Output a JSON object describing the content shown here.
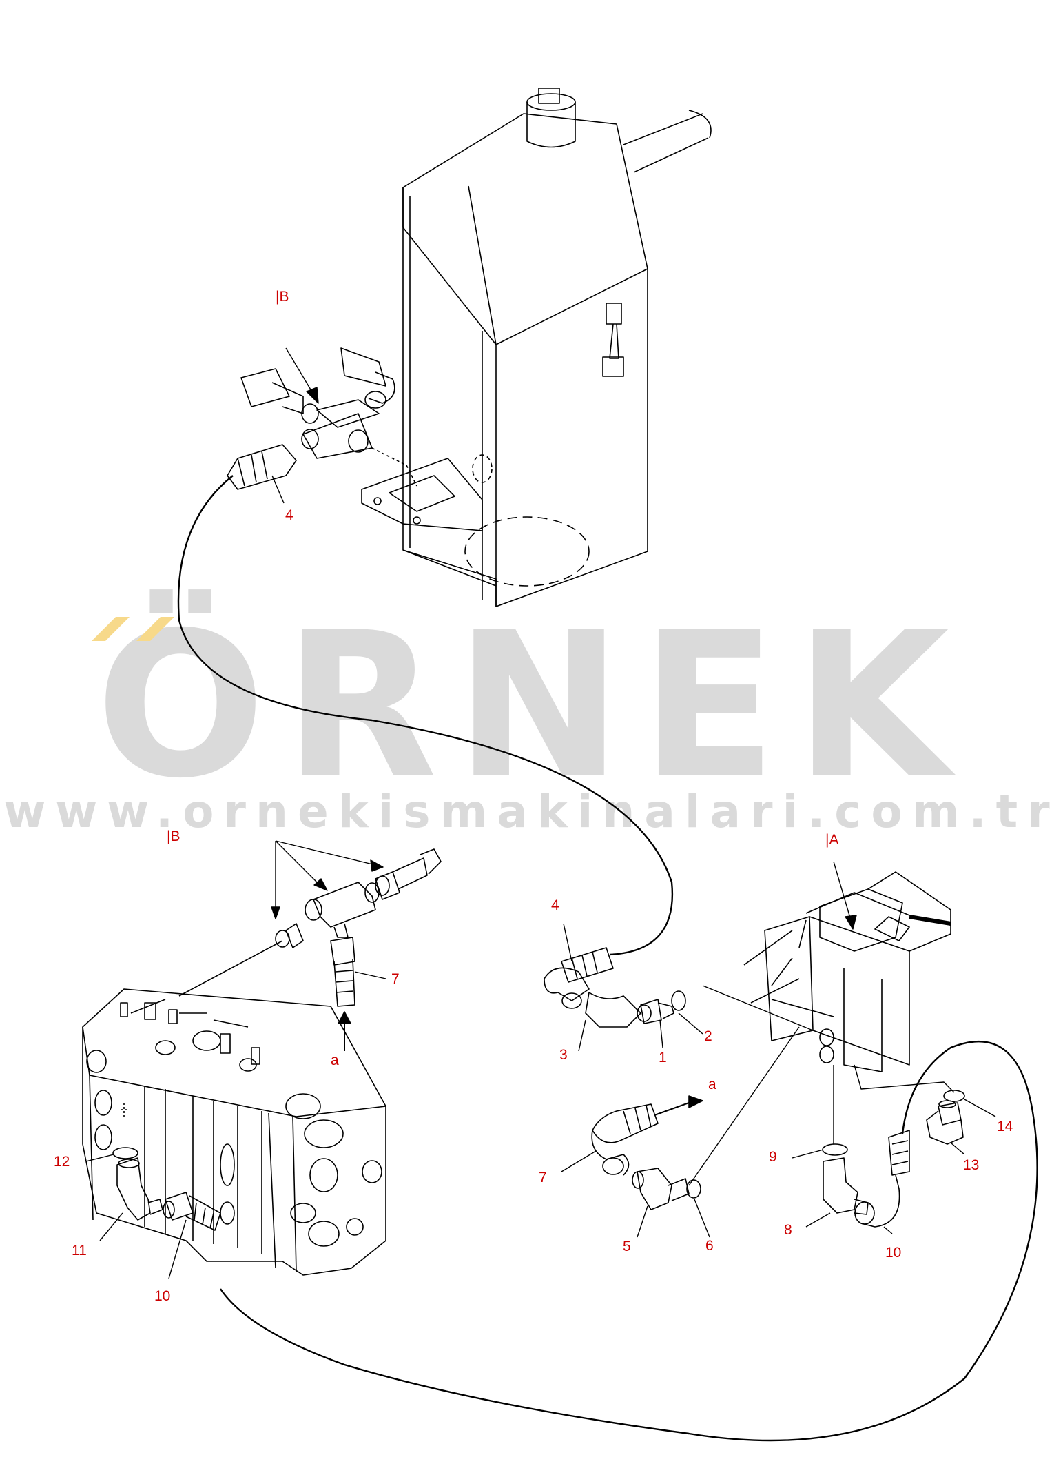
{
  "watermark": {
    "logo": "ÖRNEK",
    "url": "www.ornekismakinalari.com.tr",
    "logo_color": "#dadada",
    "accent_color": "#f7d98a"
  },
  "label_color": "#cc0000",
  "view_labels": {
    "view_b_top": "|B",
    "view_b_bottom": "|B",
    "view_a": "|A",
    "arrow_a_top": "a",
    "arrow_a_right": "a"
  },
  "callouts": [
    {
      "id": "hose-4-top",
      "text": "4"
    },
    {
      "id": "hose-4-mid",
      "text": "4"
    },
    {
      "id": "part-7-tee",
      "text": "7"
    },
    {
      "id": "part-2",
      "text": "2"
    },
    {
      "id": "part-1",
      "text": "1"
    },
    {
      "id": "part-3",
      "text": "3"
    },
    {
      "id": "part-7-right",
      "text": "7"
    },
    {
      "id": "part-5",
      "text": "5"
    },
    {
      "id": "part-6",
      "text": "6"
    },
    {
      "id": "part-9",
      "text": "9"
    },
    {
      "id": "part-8",
      "text": "8"
    },
    {
      "id": "part-10-right",
      "text": "10"
    },
    {
      "id": "part-14",
      "text": "14"
    },
    {
      "id": "part-13",
      "text": "13"
    },
    {
      "id": "part-12",
      "text": "12"
    },
    {
      "id": "part-11",
      "text": "11"
    },
    {
      "id": "part-10-left",
      "text": "10"
    }
  ]
}
